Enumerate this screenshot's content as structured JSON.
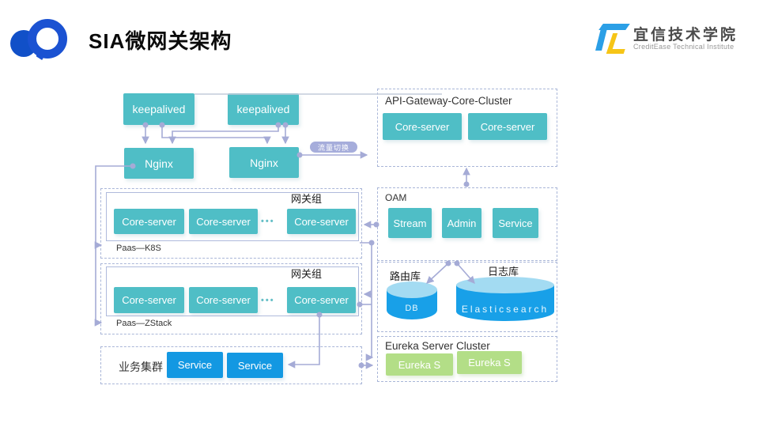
{
  "header": {
    "title": "SIA微网关架构",
    "org": {
      "name": "宜信技术学院",
      "subtitle": "CreditEase Technical Institute"
    }
  },
  "lb": {
    "keepalived": [
      "keepalived",
      "keepalived"
    ],
    "nginx": [
      "Nginx",
      "Nginx"
    ],
    "traffic_switch": "流量切换"
  },
  "api_cluster": {
    "title": "API-Gateway-Core-Cluster",
    "servers": [
      "Core-server",
      "Core-server"
    ]
  },
  "oam": {
    "title": "OAM",
    "modules": [
      "Stream",
      "Admin",
      "Service"
    ]
  },
  "gateway_group_1": {
    "title": "网关组",
    "platform": "Paas—K8S",
    "servers": [
      "Core-server",
      "Core-server",
      "Core-server"
    ],
    "ellipsis": "•••"
  },
  "gateway_group_2": {
    "title": "网关组",
    "platform": "Paas—ZStack",
    "servers": [
      "Core-server",
      "Core-server",
      "Core-server"
    ],
    "ellipsis": "•••"
  },
  "storage": {
    "routing_db_caption": "路由库",
    "routing_db": "DB",
    "log_db_caption": "日志库",
    "log_db": "Elasticsearch"
  },
  "eureka": {
    "title": "Eureka Server Cluster",
    "servers": [
      "Eureka S",
      "Eureka S"
    ]
  },
  "biz": {
    "title": "业务集群",
    "services": [
      "Service",
      "Service"
    ]
  },
  "colors": {
    "teal_node": "#4FBEC6",
    "blue_node": "#1398E2",
    "green_node": "#B3DE87",
    "cylinder_body": "#18A0E8",
    "cylinder_top": "#A3DBF2",
    "connector": "#A5ABD6",
    "dashed_border": "#A9B6D8",
    "logo_blue": "#1B52D2",
    "org_blue": "#2B9FE6",
    "org_yellow": "#F6C517"
  }
}
